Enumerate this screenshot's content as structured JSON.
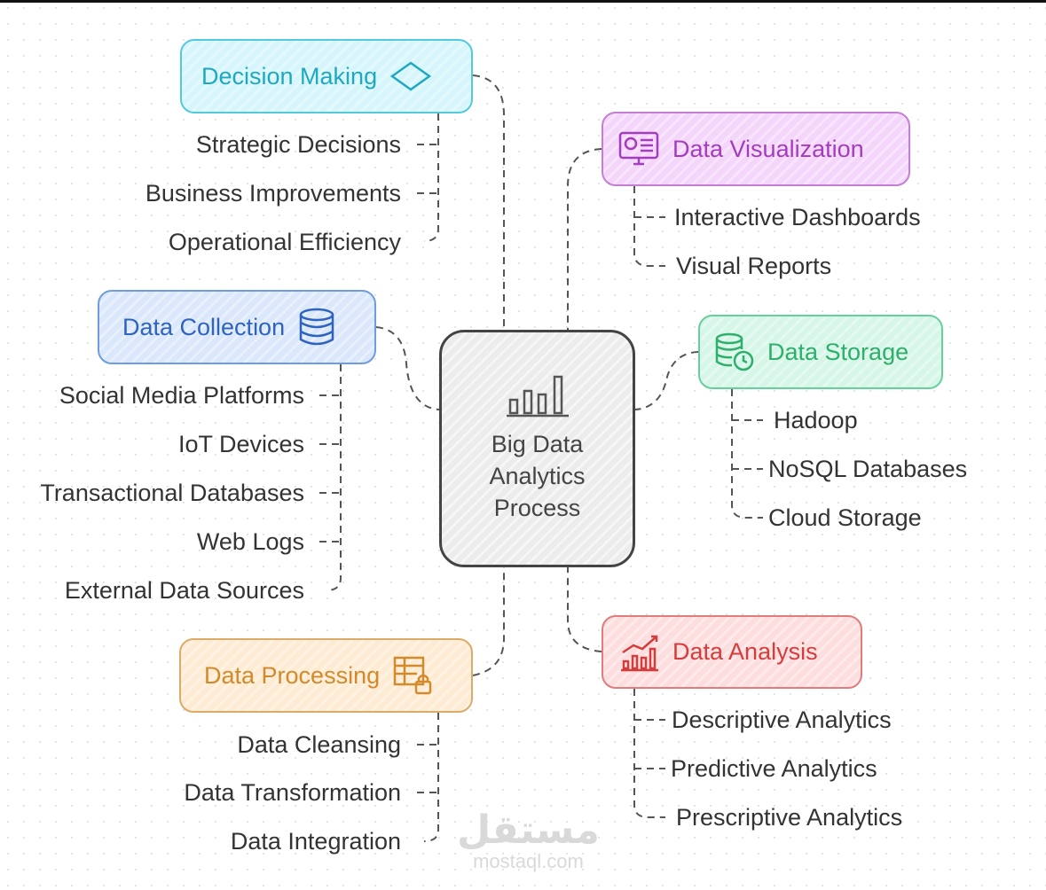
{
  "center": {
    "label": "Big Data Analytics Process",
    "icon": "bar-chart-icon"
  },
  "nodes": {
    "decision": {
      "label": "Decision Making",
      "icon": "diamond-icon",
      "color": "#1fa8c2",
      "bg": "#d6f6fb",
      "border": "#52c9dc",
      "items": [
        "Strategic Decisions",
        "Business Improvements",
        "Operational Efficiency"
      ]
    },
    "visualization": {
      "label": "Data Visualization",
      "icon": "monitor-dashboard-icon",
      "color": "#a43cbf",
      "bg": "#f5d6fb",
      "border": "#c47fd4",
      "items": [
        "Interactive Dashboards",
        "Visual Reports"
      ]
    },
    "collection": {
      "label": "Data Collection",
      "icon": "database-icon",
      "color": "#2f63c0",
      "bg": "#dbe8fb",
      "border": "#6d9ce0",
      "items": [
        "Social Media Platforms",
        "IoT Devices",
        "Transactional Databases",
        "Web Logs",
        "External Data Sources"
      ]
    },
    "storage": {
      "label": "Data Storage",
      "icon": "database-clock-icon",
      "color": "#2eaf6c",
      "bg": "#d6f6e7",
      "border": "#66cf9c",
      "items": [
        "Hadoop",
        "NoSQL Databases",
        "Cloud Storage"
      ]
    },
    "processing": {
      "label": "Data Processing",
      "icon": "table-lock-icon",
      "color": "#d28a2a",
      "bg": "#fdebd4",
      "border": "#dcab68",
      "items": [
        "Data Cleansing",
        "Data Transformation",
        "Data Integration"
      ]
    },
    "analysis": {
      "label": "Data Analysis",
      "icon": "chart-trend-icon",
      "color": "#d63c3c",
      "bg": "#fddede",
      "border": "#e07c7c",
      "items": [
        "Descriptive Analytics",
        "Predictive Analytics",
        "Prescriptive Analytics"
      ]
    }
  },
  "watermark": {
    "arabic": "مستقل",
    "latin": "mostaql.com"
  }
}
